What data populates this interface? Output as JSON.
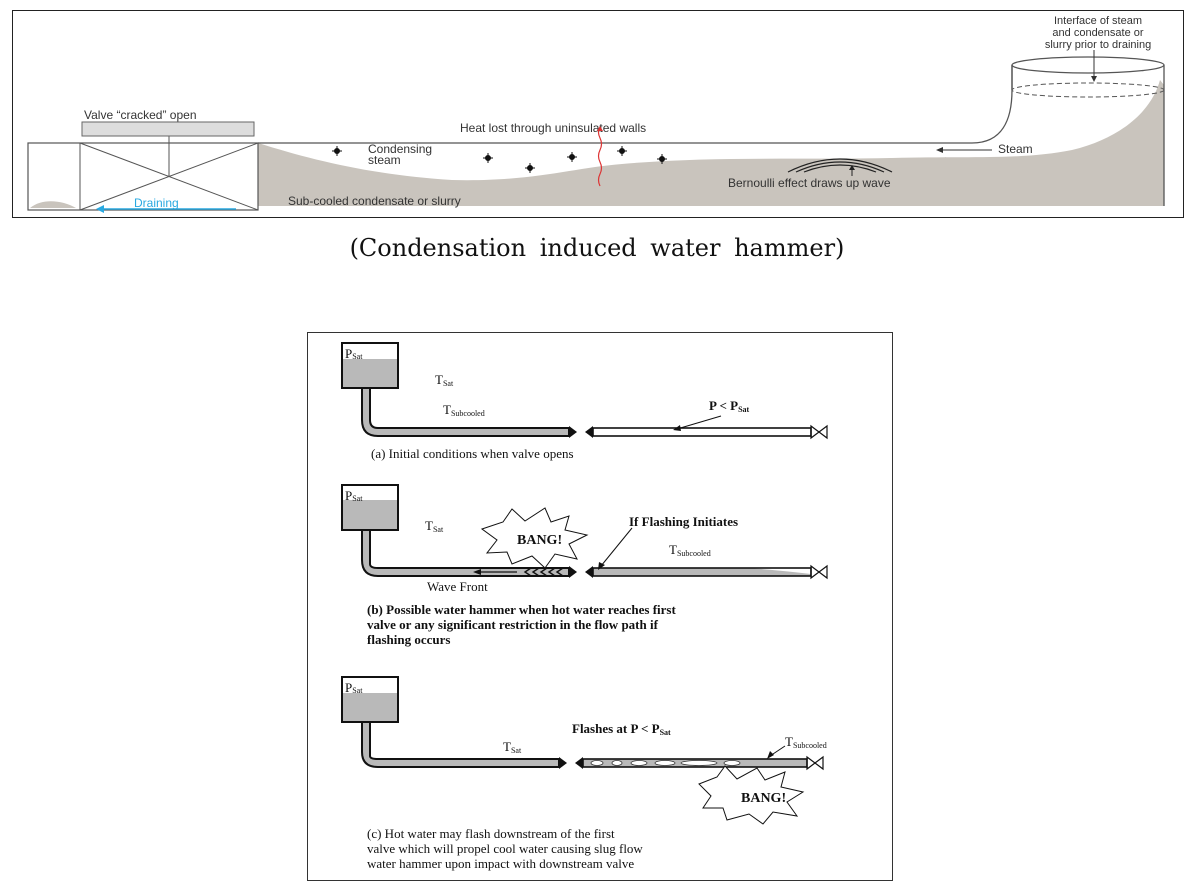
{
  "figure1": {
    "valve_label": "Valve “cracked” open",
    "heat_label": "Heat lost through uninsulated walls",
    "condensing_label_1": "Condensing",
    "condensing_label_2": "steam",
    "steam_label": "Steam",
    "interface_label_1": "Interface of steam",
    "interface_label_2": "and condensate or",
    "interface_label_3": "slurry prior to draining",
    "bernoulli_label": "Bernoulli effect draws up wave",
    "draining_label": "Draining",
    "subcooled_label": "Sub-cooled condensate or slurry",
    "caption": "(Condensation induced water hammer)",
    "colors": {
      "slurry": "#c9c4bd",
      "draining": "#29a9e1",
      "line": "#555555"
    }
  },
  "figure2": {
    "panel_a": {
      "p": "P",
      "p_sub": "Sat",
      "t_sat": "T",
      "t_sat_sub": "Sat",
      "t_sub": "T",
      "t_sub_sub": "Subcooled",
      "p_lt": "P <  P",
      "p_lt_sub": "Sat",
      "caption": "(a) Initial conditions when valve opens"
    },
    "panel_b": {
      "p": "P",
      "p_sub": "Sat",
      "t_sat": "T",
      "t_sat_sub": "Sat",
      "bang": "BANG!",
      "flash": "If Flashing Initiates",
      "t_sub": "T",
      "t_sub_sub": "Subcooled",
      "wave_front": "Wave Front",
      "caption_1": "(b) Possible water hammer when hot water reaches first",
      "caption_2": "valve or any significant restriction in the flow path if",
      "caption_3": "flashing occurs"
    },
    "panel_c": {
      "p": "P",
      "p_sub": "Sat",
      "t_sat": "T",
      "t_sat_sub": "Sat",
      "flashes": "Flashes at P <  P",
      "flashes_sub": "Sat",
      "t_sub": "T",
      "t_sub_sub": "Subcooled",
      "bang": "BANG!",
      "caption_1": "(c) Hot water may flash downstream of the first",
      "caption_2": "valve which will propel cool water causing slug flow",
      "caption_3": "water hammer upon impact with downstream valve"
    },
    "colors": {
      "fill": "#b9b9b9",
      "stroke": "#111111"
    }
  }
}
